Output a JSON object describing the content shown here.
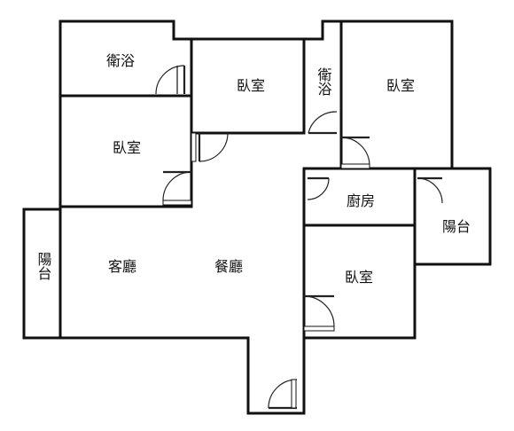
{
  "rooms": {
    "bath_left": "衛浴",
    "bedroom_top": "臥室",
    "bath_mid": "衛浴",
    "bedroom_right": "臥室",
    "bedroom_left": "臥室",
    "kitchen": "廚房",
    "balcony_right": "陽台",
    "balcony_left": "陽台",
    "living_room": "客廳",
    "dining_room": "餐廳",
    "bedroom_bottom": "臥室"
  },
  "colors": {
    "wall": "#111111",
    "background": "#ffffff"
  }
}
